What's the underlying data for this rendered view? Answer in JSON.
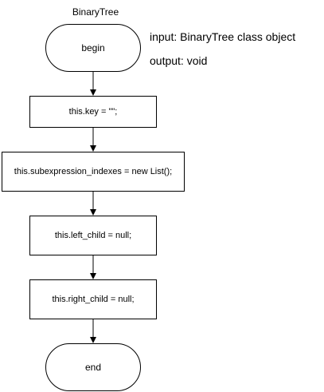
{
  "title": "BinaryTree",
  "start": {
    "label": "begin"
  },
  "io": {
    "input": "input: BinaryTree class object",
    "output": "output: void"
  },
  "steps": [
    {
      "label": "this.key = \"\";"
    },
    {
      "label": "this.subexpression_indexes = new List();"
    },
    {
      "label": "this.left_child = null;"
    },
    {
      "label": "this.right_child = null;"
    }
  ],
  "end": {
    "label": "end"
  }
}
